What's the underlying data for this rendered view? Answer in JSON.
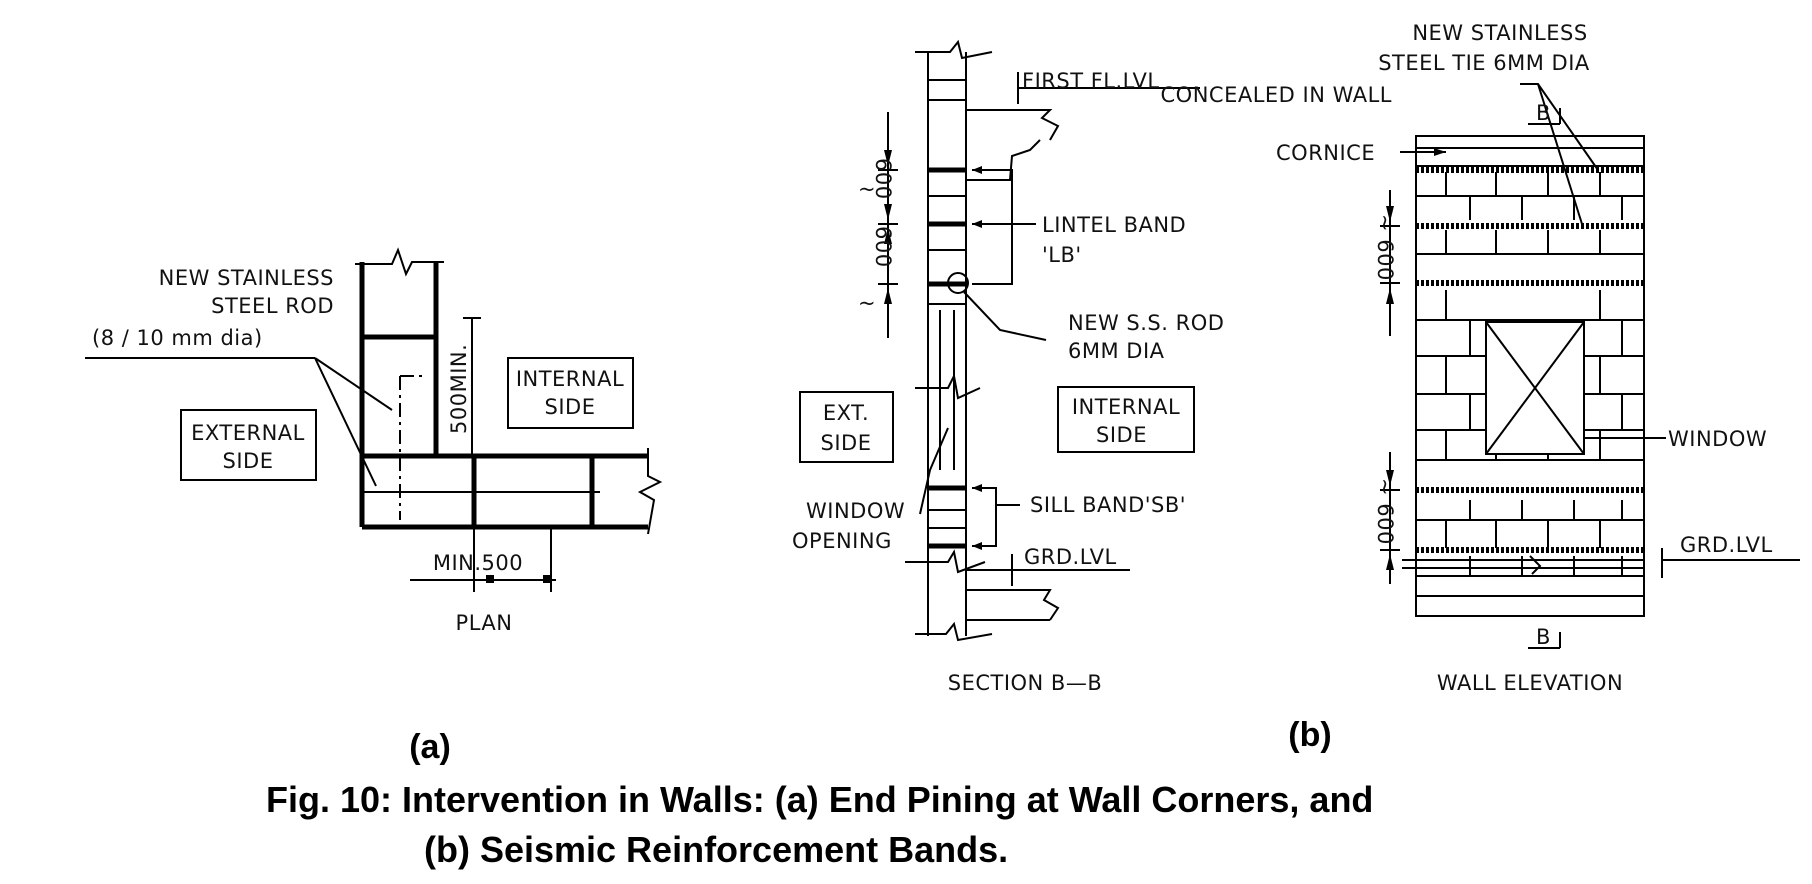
{
  "panel_a": {
    "rod_label_line1": "NEW STAINLESS",
    "rod_label_line2": "STEEL ROD",
    "rod_label_line3": "(8 / 10 mm dia)",
    "internal_line1": "INTERNAL",
    "internal_line2": "SIDE",
    "external_line1": "EXTERNAL",
    "external_line2": "SIDE",
    "dim_vertical": "500MIN.",
    "dim_horizontal": "MIN.500",
    "plan_label": "PLAN",
    "tag": "(a)"
  },
  "section": {
    "first_fl": "FIRST FL.LVL",
    "dim_600_top": "600",
    "dim_600_bottom": "600",
    "approx_top": "~",
    "approx_bottom": "~",
    "lintel_line1": "LINTEL BAND",
    "lintel_line2": "'LB'",
    "rod_line1": "NEW S.S. ROD",
    "rod_line2": "6MM DIA",
    "ext_line1": "EXT.",
    "ext_line2": "SIDE",
    "int_line1": "INTERNAL",
    "int_line2": "SIDE",
    "window_line1": "WINDOW",
    "window_line2": "OPENING",
    "sill": "SILL BAND'SB'",
    "grd": "GRD.LVL",
    "title": "SECTION B—B"
  },
  "elevation": {
    "tie_line1": "NEW STAINLESS",
    "tie_line2": "STEEL TIE 6MM DIA",
    "tie_line3": "CONCEALED IN WALL",
    "cornice": "CORNICE",
    "marker_top": "B",
    "marker_bottom": "B",
    "dim_600_top": "~ 600",
    "dim_600_bottom": "~ 600",
    "window": "WINDOW",
    "grd": "GRD.LVL",
    "title": "WALL ELEVATION",
    "tag": "(b)"
  },
  "caption": {
    "line1": "Fig. 10:  Intervention in Walls:  (a) End Pining at Wall Corners, and",
    "line2": "(b) Seismic Reinforcement Bands."
  }
}
